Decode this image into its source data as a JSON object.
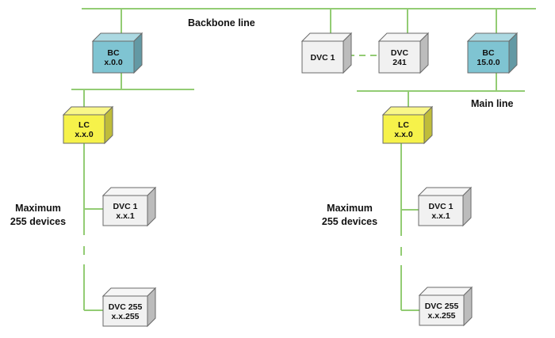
{
  "labels": {
    "backbone_line": "Backbone line",
    "main_line": "Main line",
    "max_devices_left": [
      "Maximum",
      "255 devices"
    ],
    "max_devices_right": [
      "Maximum",
      "255 devices"
    ]
  },
  "colors": {
    "line": "#93cc74",
    "bc_fill": "#7fc4d2",
    "lc_fill": "#f6f24a",
    "dvc_fill": "#f1f1f1",
    "outline": "#6a6a6a"
  },
  "devices": {
    "bc_left": [
      "BC",
      "x.0.0"
    ],
    "bc_right": [
      "BC",
      "15.0.0"
    ],
    "dvc_backbone_1": [
      "DVC 1"
    ],
    "dvc_backbone_241": [
      "DVC",
      "241"
    ],
    "lc_left": [
      "LC",
      "x.x.0"
    ],
    "lc_right": [
      "LC",
      "x.x.0"
    ],
    "dvc1_left": [
      "DVC 1",
      "x.x.1"
    ],
    "dvc255_left": [
      "DVC 255",
      "x.x.255"
    ],
    "dvc1_right": [
      "DVC 1",
      "x.x.1"
    ],
    "dvc255_right": [
      "DVC 255",
      "x.x.255"
    ]
  }
}
